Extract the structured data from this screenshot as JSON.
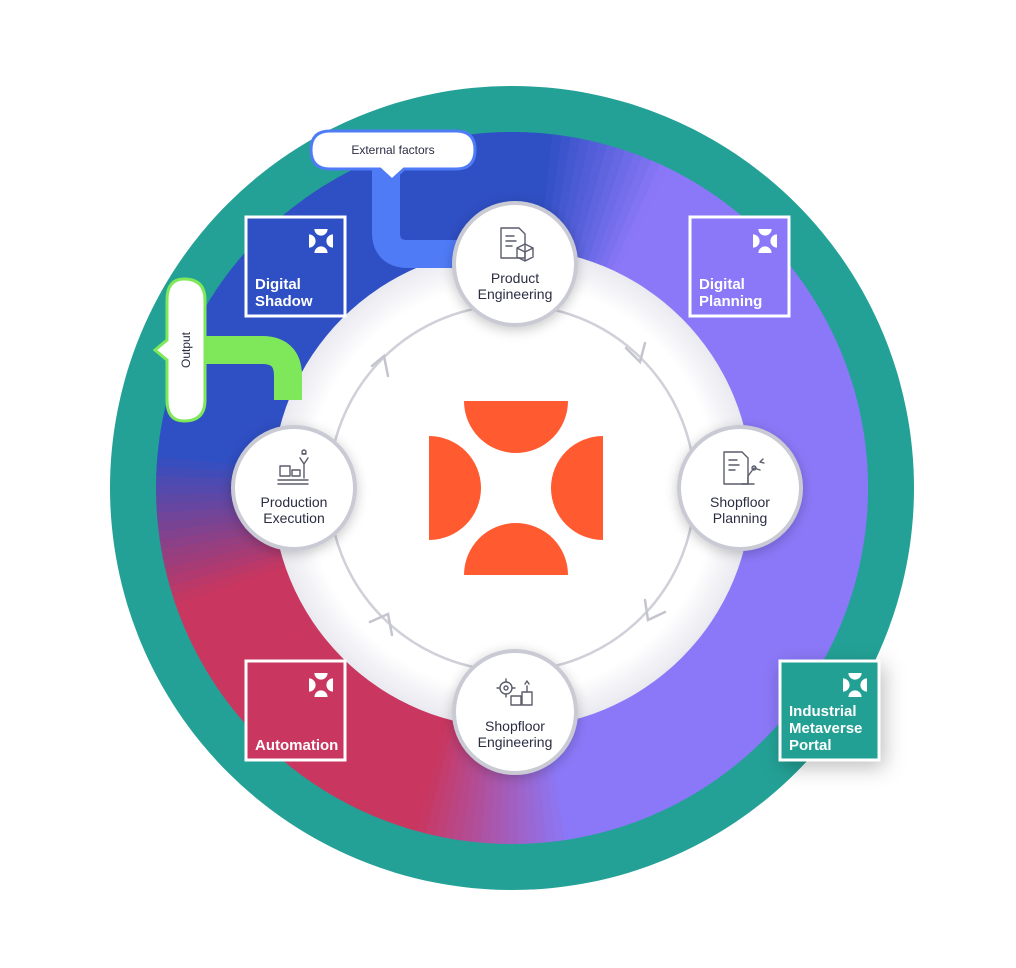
{
  "external_factors": {
    "label": "External factors"
  },
  "output": {
    "label": "Output"
  },
  "process_nodes": [
    {
      "id": "product-engineering",
      "line1": "Product",
      "line2": "Engineering",
      "icon": "document-box-icon"
    },
    {
      "id": "shopfloor-planning",
      "line1": "Shopfloor",
      "line2": "Planning",
      "icon": "document-robot-arm-icon"
    },
    {
      "id": "shopfloor-engineering",
      "line1": "Shopfloor",
      "line2": "Engineering",
      "icon": "gears-factory-icon"
    },
    {
      "id": "production-execution",
      "line1": "Production",
      "line2": "Execution",
      "icon": "conveyor-robot-icon"
    }
  ],
  "boxes": [
    {
      "id": "digital-shadow",
      "lines": [
        "Digital",
        "Shadow"
      ],
      "color": "#2f4fc4",
      "icon": "brand-mark-icon"
    },
    {
      "id": "digital-planning",
      "lines": [
        "Digital",
        "Planning"
      ],
      "color": "#8b78f8",
      "icon": "brand-mark-icon"
    },
    {
      "id": "automation",
      "lines": [
        "Automation"
      ],
      "color": "#c9365f",
      "icon": "brand-mark-icon"
    },
    {
      "id": "industrial-metaverse-portal",
      "lines": [
        "Industrial",
        "Metaverse",
        "Portal"
      ],
      "color": "#21a094",
      "icon": "brand-mark-icon"
    }
  ],
  "colors": {
    "outer_ring": "#23a196",
    "blue": "#2f4fc4",
    "purple": "#8b78f8",
    "red": "#c9365f",
    "accent_orange": "#ff5a30",
    "external_factors_stroke": "#4f7bf7",
    "output_stroke": "#7fe85a"
  },
  "center_logo": {
    "icon": "brand-mark-icon",
    "color": "#ff5a30"
  }
}
